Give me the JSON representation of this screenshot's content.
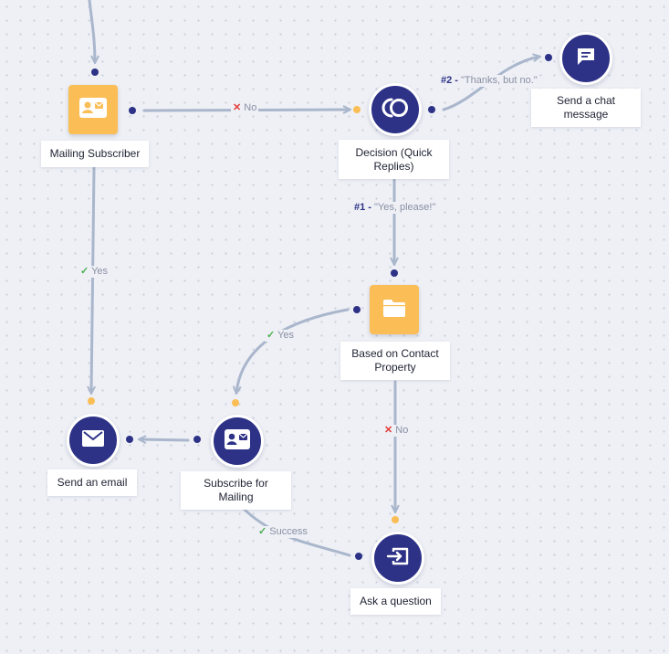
{
  "nodes": {
    "mailing_subscriber": {
      "label": "Mailing Subscriber",
      "icon": "contact-card-icon",
      "color": "#fbbd55"
    },
    "decision": {
      "label": "Decision (Quick Replies)",
      "icon": "quick-replies-icon",
      "color": "#2d3287"
    },
    "send_chat": {
      "label": "Send a chat message",
      "icon": "chat-message-icon",
      "color": "#2d3287"
    },
    "based_on_contact": {
      "label": "Based on Contact Property",
      "icon": "folder-icon",
      "color": "#fbbd55"
    },
    "send_email": {
      "label": "Send an email",
      "icon": "envelope-icon",
      "color": "#2d3287"
    },
    "subscribe_mailing": {
      "label": "Subscribe for Mailing",
      "icon": "contact-card-icon",
      "color": "#2d3287"
    },
    "ask_question": {
      "label": "Ask a question",
      "icon": "input-arrow-icon",
      "color": "#2d3287"
    }
  },
  "edges": {
    "mailing_no": {
      "mark": "✕",
      "text": "No"
    },
    "mailing_yes": {
      "mark": "✓",
      "text": "Yes"
    },
    "decision_two": {
      "num": "#2 -",
      "text": "\"Thanks, but no.\""
    },
    "decision_one": {
      "num": "#1 -",
      "text": "\"Yes, please!\""
    },
    "contact_yes": {
      "mark": "✓",
      "text": "Yes"
    },
    "contact_no": {
      "mark": "✕",
      "text": "No"
    },
    "subscribe_success": {
      "mark": "✓",
      "text": "Success"
    }
  },
  "colors": {
    "edge": "#a9b6cc",
    "out_port": "#2d3287",
    "in_port": "#fbbd55",
    "orange": "#fbbd55",
    "navy": "#2d3287"
  }
}
